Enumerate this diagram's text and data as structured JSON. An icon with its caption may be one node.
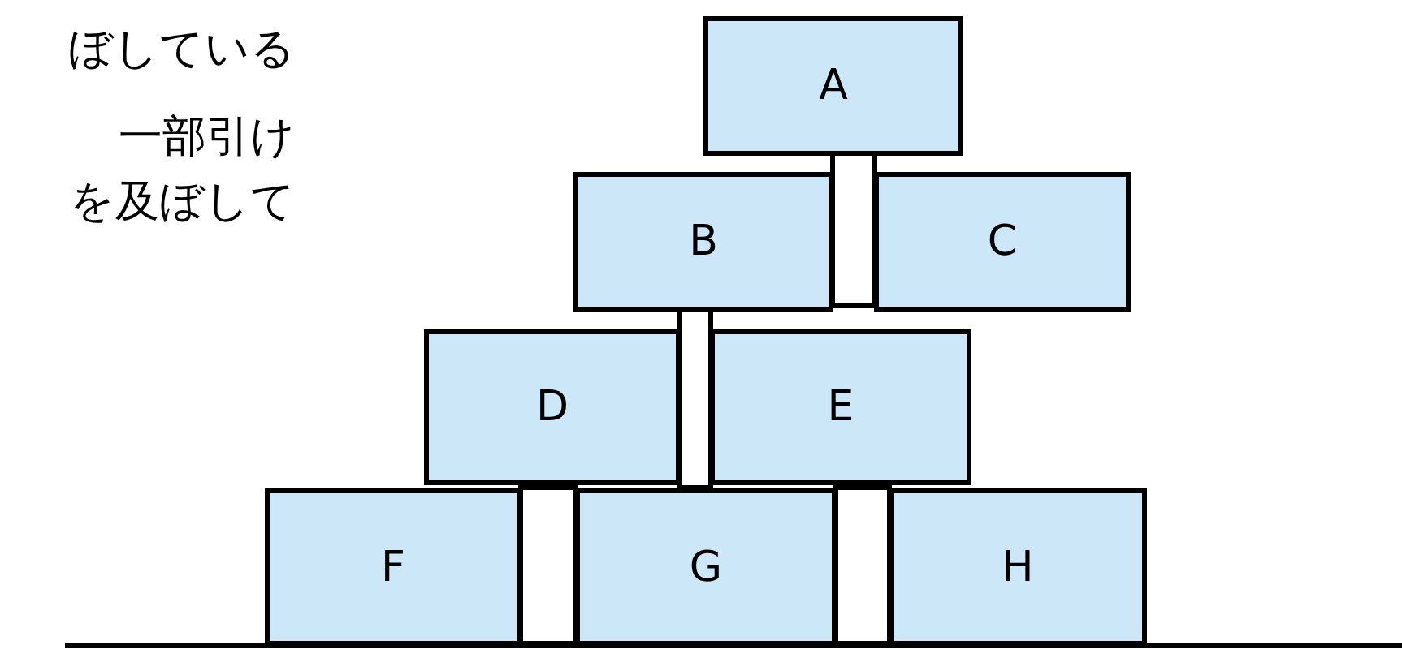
{
  "diagram": {
    "nodes": [
      {
        "text": [
          "A"
        ]
      },
      {
        "text": [
          "B"
        ]
      },
      {
        "text": [
          "C"
        ]
      },
      {
        "text": [
          "D"
        ]
      },
      {
        "text": [
          "E"
        ]
      },
      {
        "text": [
          "F"
        ]
      },
      {
        "text": [
          "G"
        ]
      },
      {
        "text": [
          "H"
        ]
      },
      {
        "text": [],
        "shape": "bar"
      },
      {
        "text": [],
        "shape": "bar"
      },
      {
        "text": [],
        "shape": "bar"
      },
      {
        "text": [],
        "shape": "bar"
      }
    ],
    "labels": [
      "ぼしている",
      "一部引け",
      "を及ぼして"
    ]
  }
}
